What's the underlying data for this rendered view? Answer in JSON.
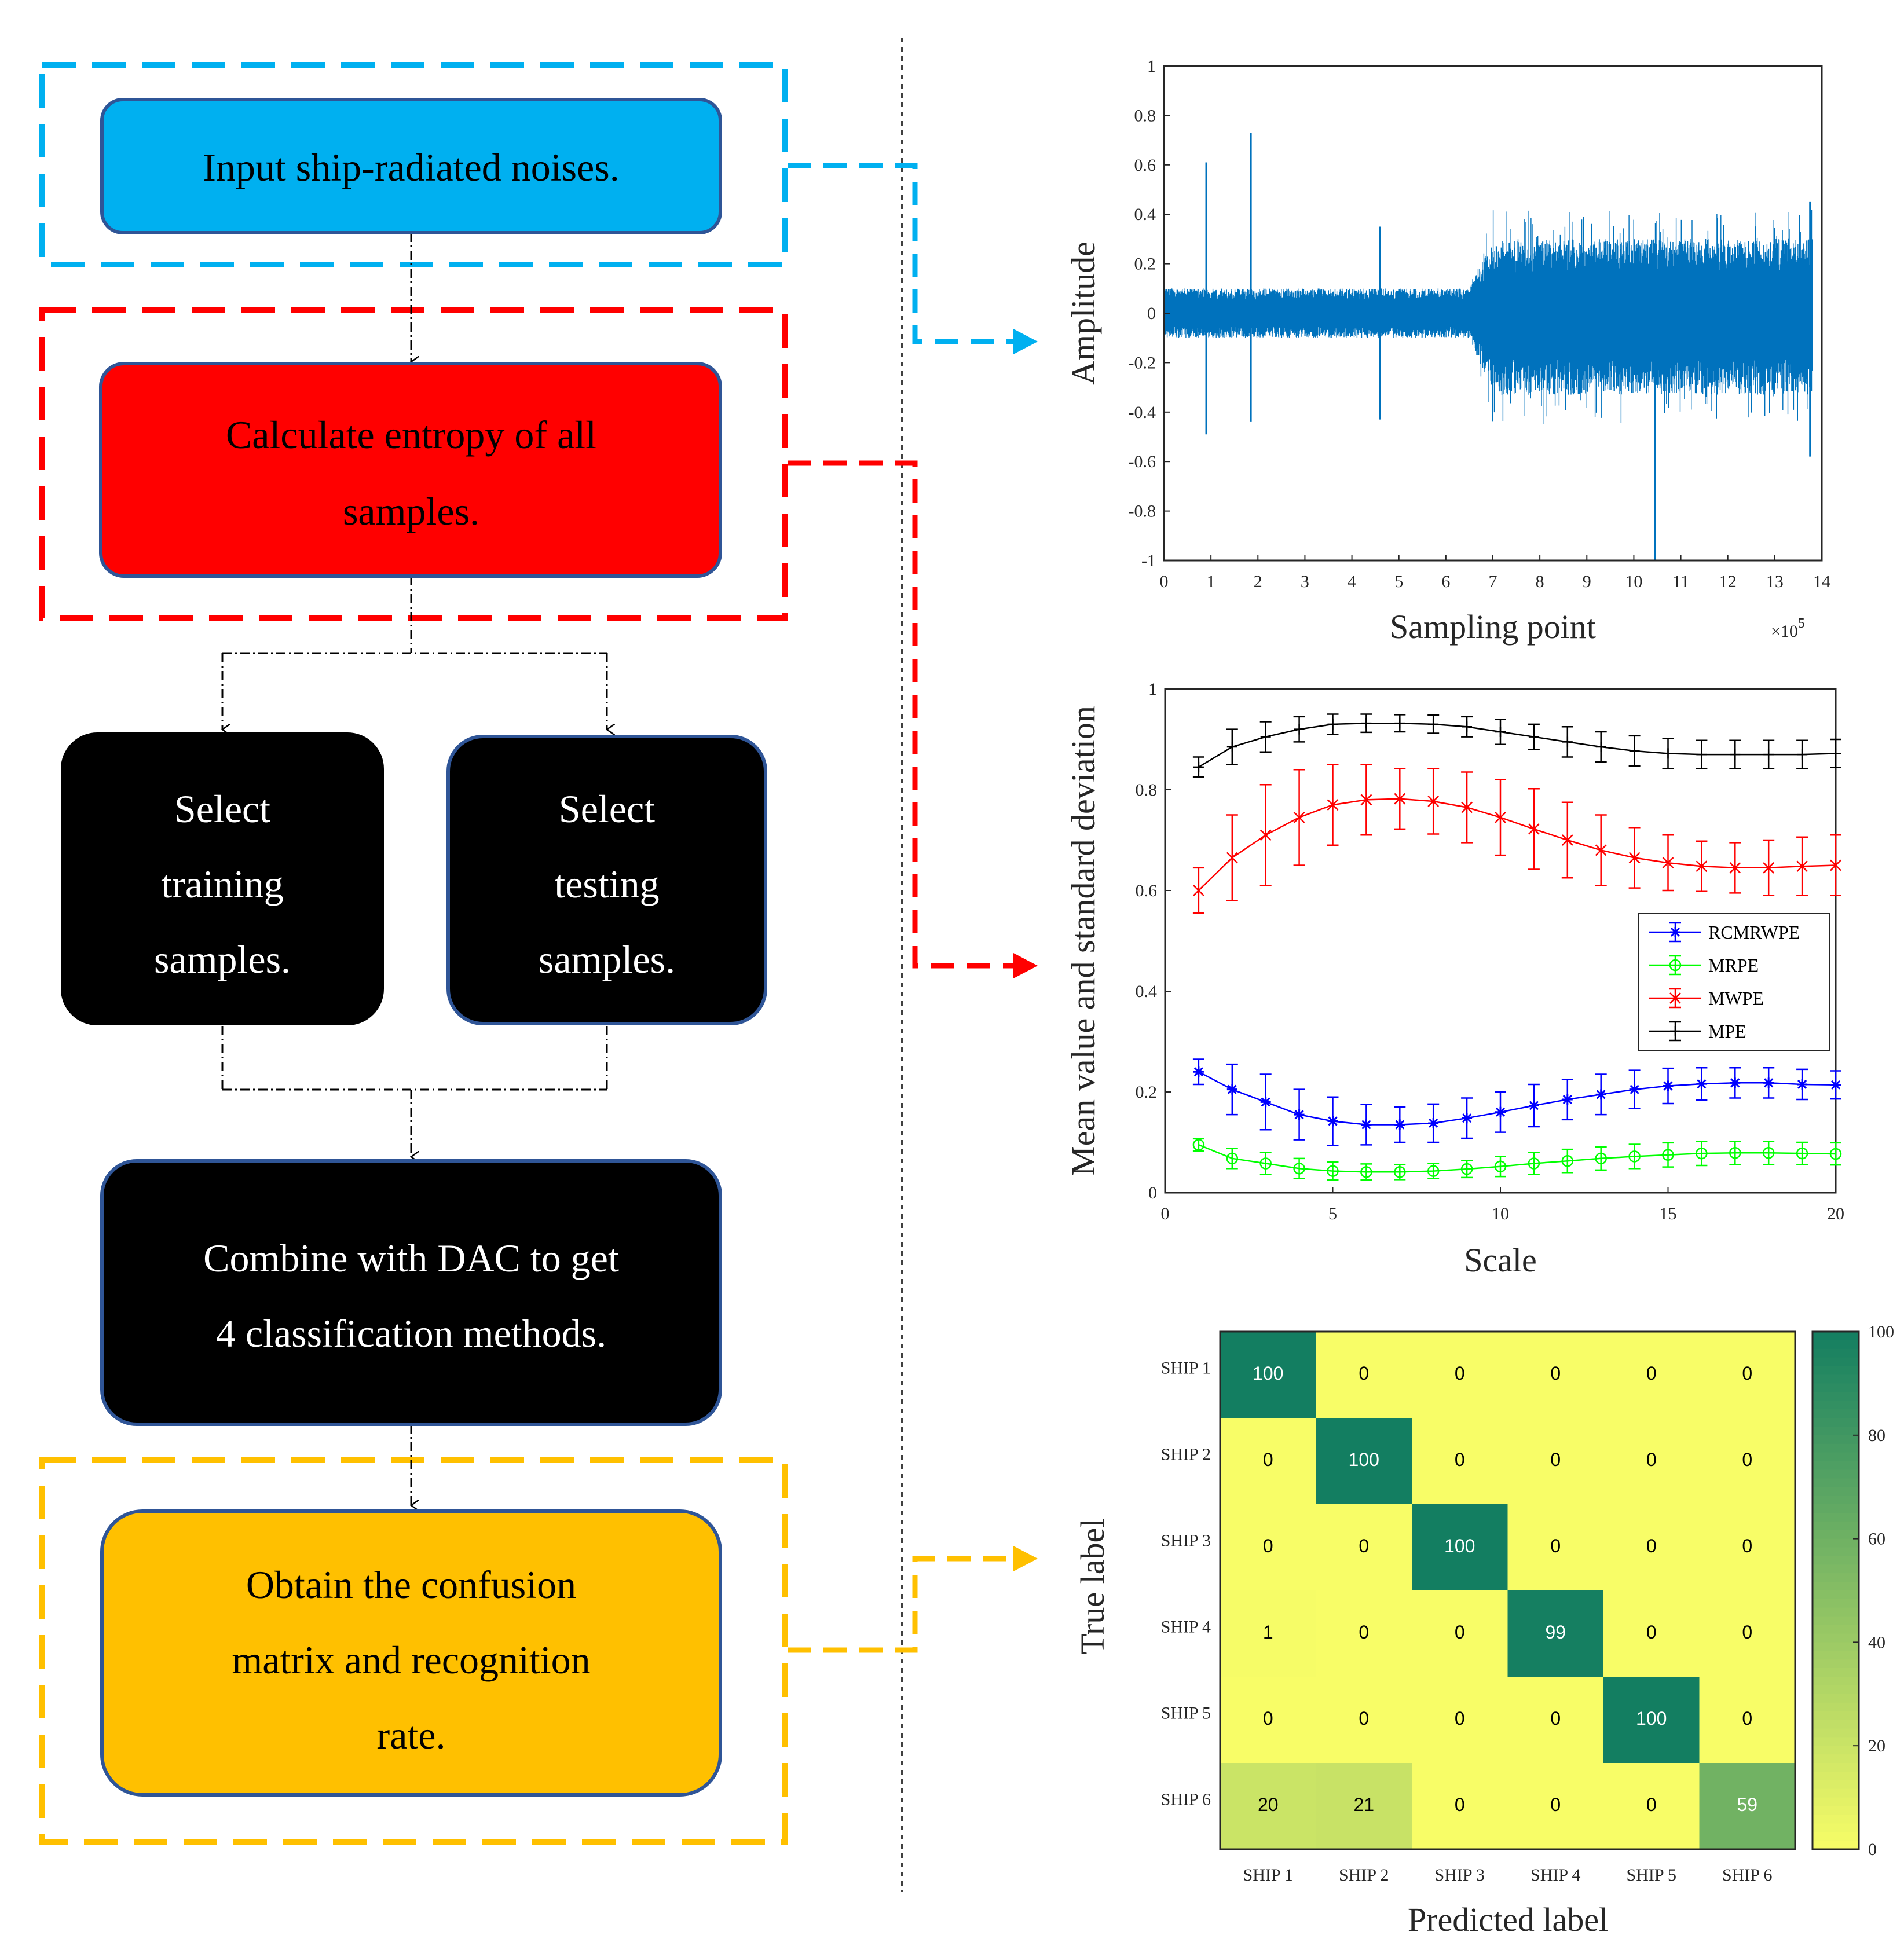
{
  "flowchart": {
    "input_box": {
      "text": "Input ship-radiated noises.",
      "color": "#00b0f0"
    },
    "entropy_box": {
      "lines": [
        "Calculate entropy of all",
        "samples."
      ],
      "color": "#ff0000"
    },
    "training_box": {
      "lines": [
        "Select",
        "training",
        "samples."
      ],
      "color": "#000000"
    },
    "testing_box": {
      "lines": [
        "Select",
        "testing",
        "samples."
      ],
      "color": "#000000"
    },
    "combine_box": {
      "lines": [
        "Combine with DAC to get",
        "4 classification methods."
      ],
      "color": "#000000"
    },
    "output_box": {
      "lines": [
        "Obtain the confusion",
        "matrix and recognition",
        "rate."
      ],
      "color": "#ffc000"
    },
    "colors": {
      "blue_dash": "#00b0f0",
      "red_dash": "#ff0000",
      "yellow_dash": "#ffc000",
      "box_border": "#2f5597"
    }
  },
  "chart_data": [
    {
      "type": "line",
      "ylabel": "Amplitude",
      "xlabel": "Sampling point",
      "x_exponent_label": "×10",
      "x_exponent": "5",
      "xlim": [
        0,
        14
      ],
      "ylim": [
        -1,
        1
      ],
      "xticks": [
        "0",
        "1",
        "2",
        "3",
        "4",
        "5",
        "6",
        "7",
        "8",
        "9",
        "10",
        "11",
        "12",
        "13",
        "14"
      ],
      "yticks": [
        "-1",
        "-0.8",
        "-0.6",
        "-0.4",
        "-0.2",
        "0",
        "0.2",
        "0.4",
        "0.6",
        "0.8",
        "1"
      ],
      "series_color": "#0072bd",
      "envelope": {
        "x": [
          0,
          6.5,
          7.0,
          13.8
        ],
        "quiet_band": [
          -0.1,
          0.1
        ],
        "loud_band": [
          -0.33,
          0.3
        ]
      },
      "spikes": [
        {
          "x": 0.9,
          "top": 0.61,
          "bottom": -0.49
        },
        {
          "x": 1.85,
          "top": 0.73,
          "bottom": -0.44
        },
        {
          "x": 4.6,
          "top": 0.35,
          "bottom": -0.43
        },
        {
          "x": 10.45,
          "top": 0.28,
          "bottom": -1.0
        },
        {
          "x": 13.75,
          "top": 0.45,
          "bottom": -0.58
        }
      ]
    },
    {
      "type": "line",
      "ylabel": "Mean value and standard deviation",
      "xlabel": "Scale",
      "xlim": [
        0,
        20
      ],
      "ylim": [
        0,
        1
      ],
      "xticks": [
        "0",
        "5",
        "10",
        "15",
        "20"
      ],
      "yticks": [
        "0",
        "0.2",
        "0.4",
        "0.6",
        "0.8",
        "1"
      ],
      "x": [
        1,
        2,
        3,
        4,
        5,
        6,
        7,
        8,
        9,
        10,
        11,
        12,
        13,
        14,
        15,
        16,
        17,
        18,
        19,
        20
      ],
      "legend_position": "right",
      "series": [
        {
          "name": "RCMRWPE",
          "color": "#0000ff",
          "marker": "star",
          "values": [
            0.24,
            0.205,
            0.18,
            0.155,
            0.142,
            0.135,
            0.135,
            0.138,
            0.148,
            0.16,
            0.173,
            0.185,
            0.195,
            0.205,
            0.212,
            0.216,
            0.218,
            0.218,
            0.215,
            0.214
          ],
          "err": [
            0.025,
            0.05,
            0.055,
            0.05,
            0.048,
            0.04,
            0.035,
            0.038,
            0.04,
            0.04,
            0.042,
            0.04,
            0.04,
            0.038,
            0.035,
            0.032,
            0.03,
            0.03,
            0.03,
            0.028
          ]
        },
        {
          "name": "MRPE",
          "color": "#00ff00",
          "marker": "circle",
          "values": [
            0.095,
            0.068,
            0.058,
            0.048,
            0.043,
            0.041,
            0.041,
            0.043,
            0.047,
            0.052,
            0.058,
            0.063,
            0.068,
            0.072,
            0.075,
            0.078,
            0.079,
            0.079,
            0.078,
            0.077
          ],
          "err": [
            0.012,
            0.02,
            0.022,
            0.02,
            0.018,
            0.016,
            0.015,
            0.015,
            0.017,
            0.02,
            0.022,
            0.023,
            0.023,
            0.024,
            0.024,
            0.024,
            0.023,
            0.023,
            0.022,
            0.022
          ]
        },
        {
          "name": "MWPE",
          "color": "#ff0000",
          "marker": "cross",
          "values": [
            0.6,
            0.665,
            0.71,
            0.745,
            0.77,
            0.78,
            0.782,
            0.777,
            0.765,
            0.745,
            0.722,
            0.7,
            0.68,
            0.665,
            0.655,
            0.648,
            0.645,
            0.645,
            0.648,
            0.65
          ],
          "err": [
            0.045,
            0.085,
            0.1,
            0.095,
            0.08,
            0.07,
            0.06,
            0.065,
            0.07,
            0.075,
            0.08,
            0.075,
            0.07,
            0.06,
            0.055,
            0.05,
            0.05,
            0.055,
            0.058,
            0.06
          ]
        },
        {
          "name": "MPE",
          "color": "#000000",
          "marker": "plus",
          "values": [
            0.845,
            0.885,
            0.905,
            0.92,
            0.93,
            0.932,
            0.932,
            0.93,
            0.925,
            0.915,
            0.905,
            0.895,
            0.885,
            0.877,
            0.872,
            0.87,
            0.87,
            0.87,
            0.87,
            0.872
          ],
          "err": [
            0.02,
            0.035,
            0.03,
            0.025,
            0.02,
            0.018,
            0.017,
            0.018,
            0.02,
            0.025,
            0.025,
            0.03,
            0.03,
            0.03,
            0.03,
            0.028,
            0.028,
            0.028,
            0.028,
            0.028
          ]
        }
      ]
    },
    {
      "type": "heatmap",
      "xlabel": "Predicted label",
      "ylabel": "True label",
      "row_labels": [
        "SHIP 1",
        "SHIP 2",
        "SHIP 3",
        "SHIP 4",
        "SHIP 5",
        "SHIP 6"
      ],
      "col_labels": [
        "SHIP 1",
        "SHIP 2",
        "SHIP 3",
        "SHIP 4",
        "SHIP 5",
        "SHIP 6"
      ],
      "values": [
        [
          100,
          0,
          0,
          0,
          0,
          0
        ],
        [
          0,
          100,
          0,
          0,
          0,
          0
        ],
        [
          0,
          0,
          100,
          0,
          0,
          0
        ],
        [
          1,
          0,
          0,
          99,
          0,
          0
        ],
        [
          0,
          0,
          0,
          0,
          100,
          0
        ],
        [
          20,
          21,
          0,
          0,
          0,
          59
        ]
      ],
      "colorbar_ticks": [
        "0",
        "20",
        "40",
        "60",
        "80",
        "100"
      ],
      "colorbar_range": [
        0,
        100
      ],
      "color_low": "#f8fd67",
      "color_high": "#137e61"
    }
  ]
}
